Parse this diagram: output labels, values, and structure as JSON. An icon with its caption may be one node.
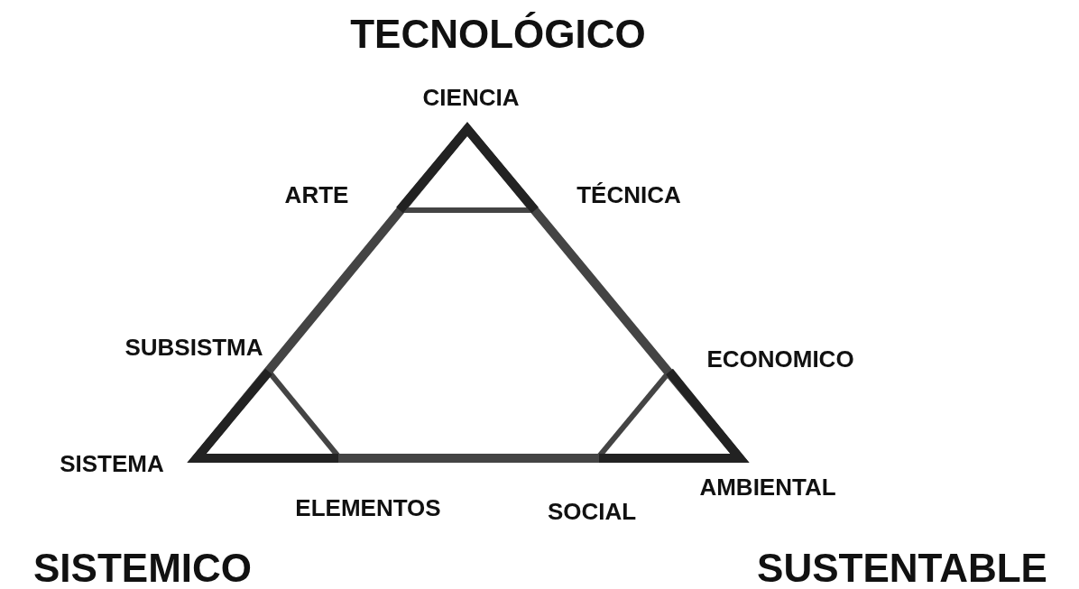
{
  "diagram": {
    "labels": [
      "TECNOLÓGICO",
      "CIENCIA",
      "ARTE",
      "TÉCNICA",
      "SUBSISTMA",
      "ECONOMICO",
      "SISTEMA",
      "AMBIENTAL",
      "ELEMENTOS",
      "SOCIAL",
      "SISTEMICO",
      "SUSTENTABLE"
    ]
  }
}
